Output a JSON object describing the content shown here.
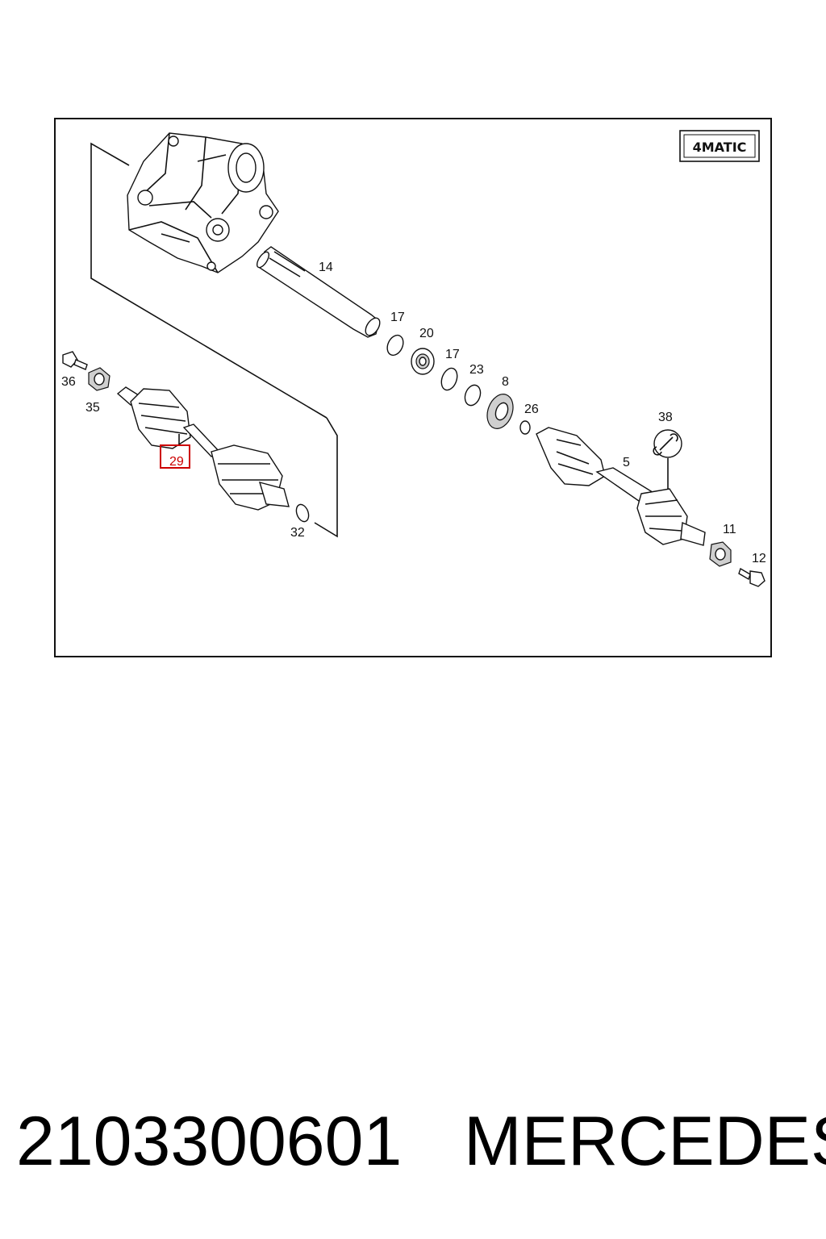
{
  "diagram": {
    "badge": "4MATIC",
    "callouts": {
      "c14": "14",
      "c17a": "17",
      "c20": "20",
      "c17b": "17",
      "c23": "23",
      "c8": "8",
      "c26": "26",
      "c38": "38",
      "c5": "5",
      "c11": "11",
      "c12": "12",
      "c36": "36",
      "c35": "35",
      "c29": "29",
      "c32": "32"
    },
    "highlighted_callout": "29"
  },
  "footer": {
    "part_number": "2103300601",
    "brand": "MERCEDES"
  }
}
